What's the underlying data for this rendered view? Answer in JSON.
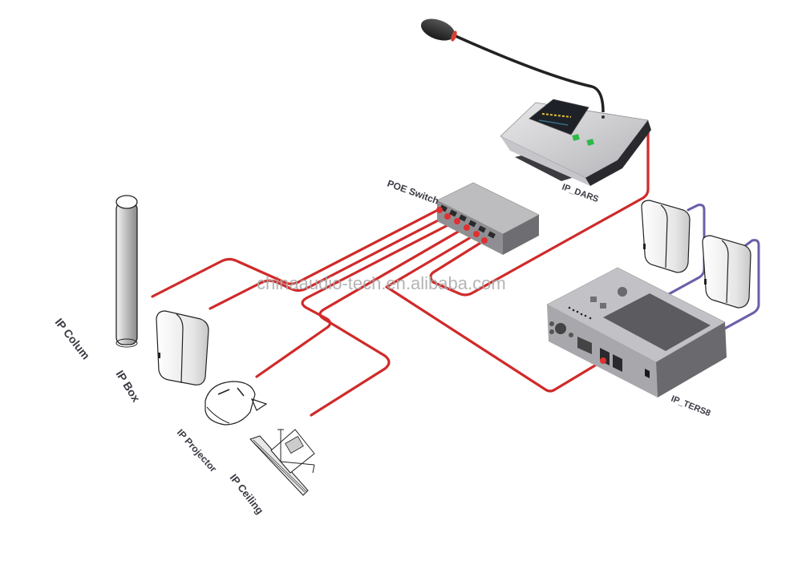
{
  "diagram": {
    "title": "IP Network Audio System Topology",
    "watermark": "chinaaudio-tech.en.alibaba.com",
    "colors": {
      "network_cable": "#d02a2a",
      "speaker_cable": "#6a5fa8",
      "label_text": "#3a3a44",
      "device_body": "#b8b8bc",
      "device_dark": "#5a5a5e"
    },
    "nodes": {
      "switch": {
        "label": "POE Switch",
        "ports": 6
      },
      "console": {
        "label": "IP_DARS"
      },
      "terminal": {
        "label": "IP_TERS8"
      },
      "column": {
        "label": "IP Colum"
      },
      "box": {
        "label": "IP Box"
      },
      "projector": {
        "label": "IP Projector"
      },
      "ceiling": {
        "label": "IP Ceiling"
      },
      "passive_speaker_1": {
        "label": ""
      },
      "passive_speaker_2": {
        "label": ""
      }
    },
    "edges": [
      {
        "from": "switch",
        "to": "column",
        "type": "network"
      },
      {
        "from": "switch",
        "to": "box",
        "type": "network"
      },
      {
        "from": "switch",
        "to": "projector",
        "type": "network"
      },
      {
        "from": "switch",
        "to": "ceiling",
        "type": "network"
      },
      {
        "from": "switch",
        "to": "terminal",
        "type": "network"
      },
      {
        "from": "switch",
        "to": "console",
        "type": "network"
      },
      {
        "from": "terminal",
        "to": "passive_speaker_1",
        "type": "speaker"
      },
      {
        "from": "terminal",
        "to": "passive_speaker_2",
        "type": "speaker"
      }
    ]
  }
}
